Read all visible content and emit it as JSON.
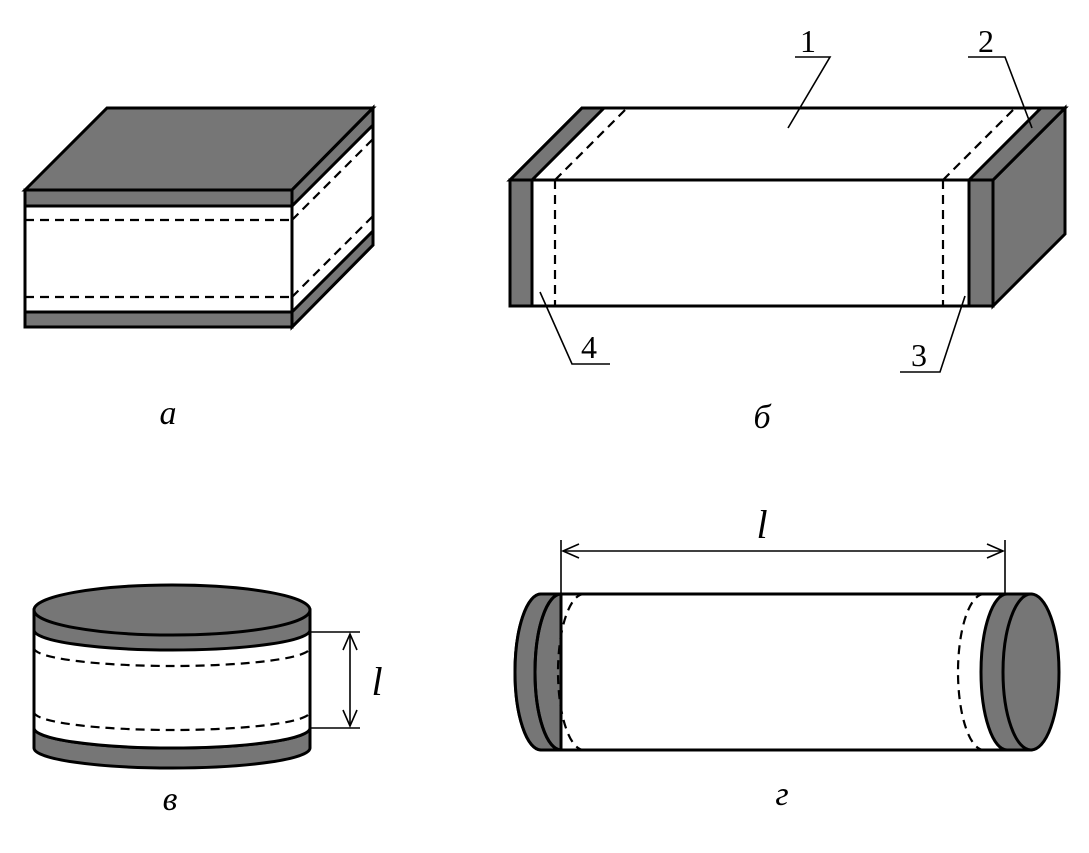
{
  "colors": {
    "electrode": "#767676",
    "body": "#ffffff",
    "line": "#000000"
  },
  "captions": {
    "a": "а",
    "b": "б",
    "v": "в",
    "g": "г"
  },
  "callouts": {
    "one": "1",
    "two": "2",
    "three": "3",
    "four": "4"
  },
  "dimensions": {
    "length_v": "l",
    "length_g": "l"
  }
}
